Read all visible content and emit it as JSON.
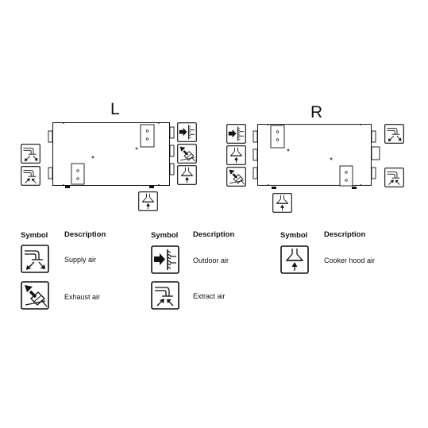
{
  "units": {
    "left": {
      "label": "L"
    },
    "right": {
      "label": "R"
    }
  },
  "legend": {
    "symbol_header": "Symbol",
    "description_header": "Description",
    "items": [
      {
        "icon": "supply-air-icon",
        "description": "Supply air"
      },
      {
        "icon": "exhaust-air-icon",
        "description": "Exhaust air"
      },
      {
        "icon": "outdoor-air-icon",
        "description": "Outdoor air"
      },
      {
        "icon": "extract-air-icon",
        "description": "Extract air"
      },
      {
        "icon": "cooker-hood-air-icon",
        "description": "Cooker hood air"
      }
    ]
  }
}
